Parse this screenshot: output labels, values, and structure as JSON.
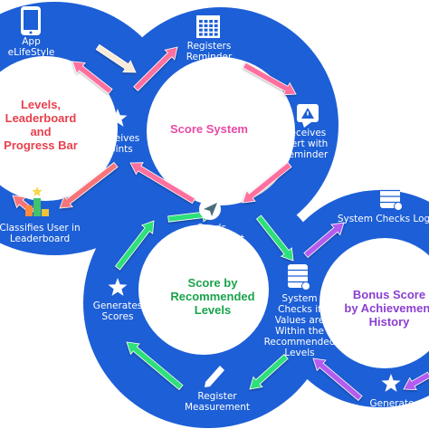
{
  "colors": {
    "ring": "#1d5fd6",
    "ring_edge": "#164bb3",
    "center": "#ffffff",
    "title_levels": "#e8404d",
    "title_score": "#e84aa6",
    "title_recommended": "#1aa34a",
    "title_bonus": "#8a3fd1",
    "arrow_pink": "#ff6f9e",
    "arrow_coral": "#f7757a",
    "arrow_green": "#2fe07a",
    "arrow_purple": "#b35cf0",
    "arrow_cream": "#f7ead7"
  },
  "circles": {
    "levels": {
      "title": "Levels,\nLeaderboard\nand\nProgress Bar"
    },
    "score": {
      "title": "Score System"
    },
    "recommended": {
      "title": "Score by\nRecommended\nLevels"
    },
    "bonus": {
      "title": "Bonus Score\nby Achievement\nHistory"
    }
  },
  "nodes": {
    "app": {
      "label": "App\neLifeStyle",
      "icon": "phone-icon"
    },
    "registers_reminder": {
      "label": "Registers\nReminder",
      "icon": "calendar-icon"
    },
    "receives_alert": {
      "label": "Receives\nAlert with\nReminder",
      "icon": "alert-icon"
    },
    "receives_points": {
      "label": "Receives\nPoints",
      "icon": "star-icon"
    },
    "classifies_user": {
      "label": "Classifies User in\nLeaderboard",
      "icon": "leaderboard-icon"
    },
    "sends_measurement": {
      "label": "Sends\nMeasurement",
      "icon": "send-icon"
    },
    "generates_scores": {
      "label": "Generates\nScores",
      "icon": "star-icon"
    },
    "system_checks_values": {
      "label": "System\nChecks if\nValues are\nWithin the\nRecommended\nLevels",
      "icon": "database-icon"
    },
    "register_measurement": {
      "label": "Register\nMeasurement",
      "icon": "pencil-icon"
    },
    "system_checks_log": {
      "label": "System Checks Log",
      "icon": "database-icon"
    },
    "generate_bonus": {
      "label": "Generate\nBonus Score",
      "icon": "star-icon"
    }
  }
}
